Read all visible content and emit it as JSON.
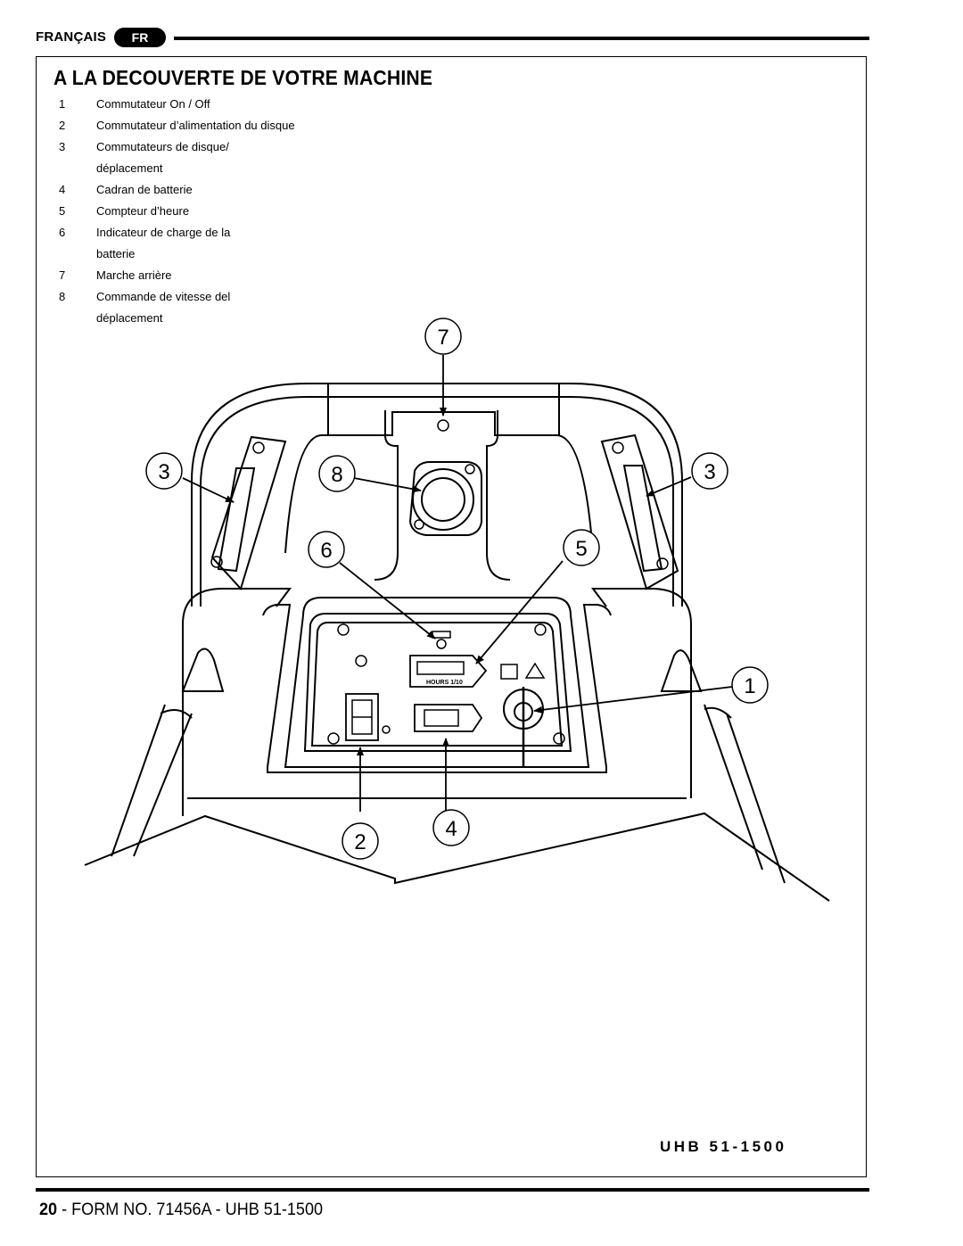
{
  "header": {
    "language": "FRANÇAIS",
    "language_code": "FR"
  },
  "title": "A LA DECOUVERTE DE VOTRE MACHINE",
  "legend": [
    {
      "num": "1",
      "text": "Commutateur On / Off"
    },
    {
      "num": "2",
      "text": "Commutateur d’alimentation du disque"
    },
    {
      "num": "3",
      "text": "Commutateurs de disque/ déplacement"
    },
    {
      "num": "4",
      "text": "Cadran de batterie"
    },
    {
      "num": "5",
      "text": "Compteur d’heure"
    },
    {
      "num": "6",
      "text": "Indicateur de charge de la batterie"
    },
    {
      "num": "7",
      "text": "Marche arrière"
    },
    {
      "num": "8",
      "text": "Commande de vitesse del déplacement"
    }
  ],
  "diagram": {
    "callouts": [
      "1",
      "2",
      "3",
      "3",
      "4",
      "5",
      "6",
      "7",
      "8"
    ],
    "meter_label": "HOURS 1/10"
  },
  "model": "UHB 51-1500",
  "footer": {
    "page_number": "20",
    "form_text": "- FORM NO. 71456A - UHB 51-1500"
  }
}
